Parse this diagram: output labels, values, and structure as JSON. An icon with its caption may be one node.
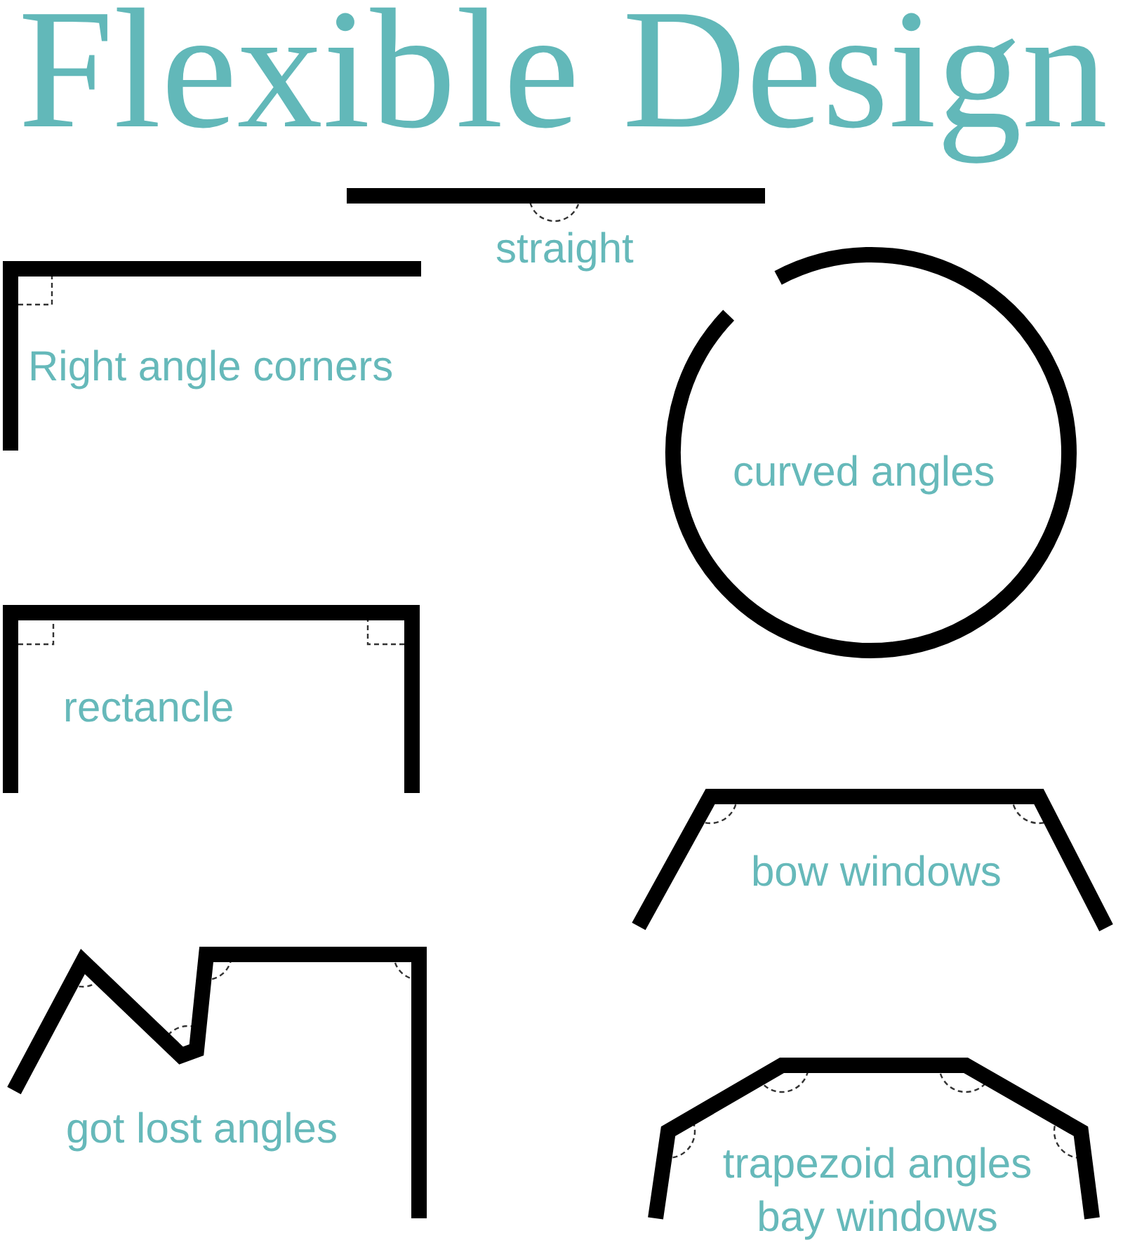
{
  "diagram": {
    "title": "Flexible Design",
    "labels": [
      "straight",
      "Right angle corners",
      "curved angles",
      "rectancle",
      "bow windows",
      "got lost angles",
      "trapezoid angles bay windows"
    ]
  }
}
